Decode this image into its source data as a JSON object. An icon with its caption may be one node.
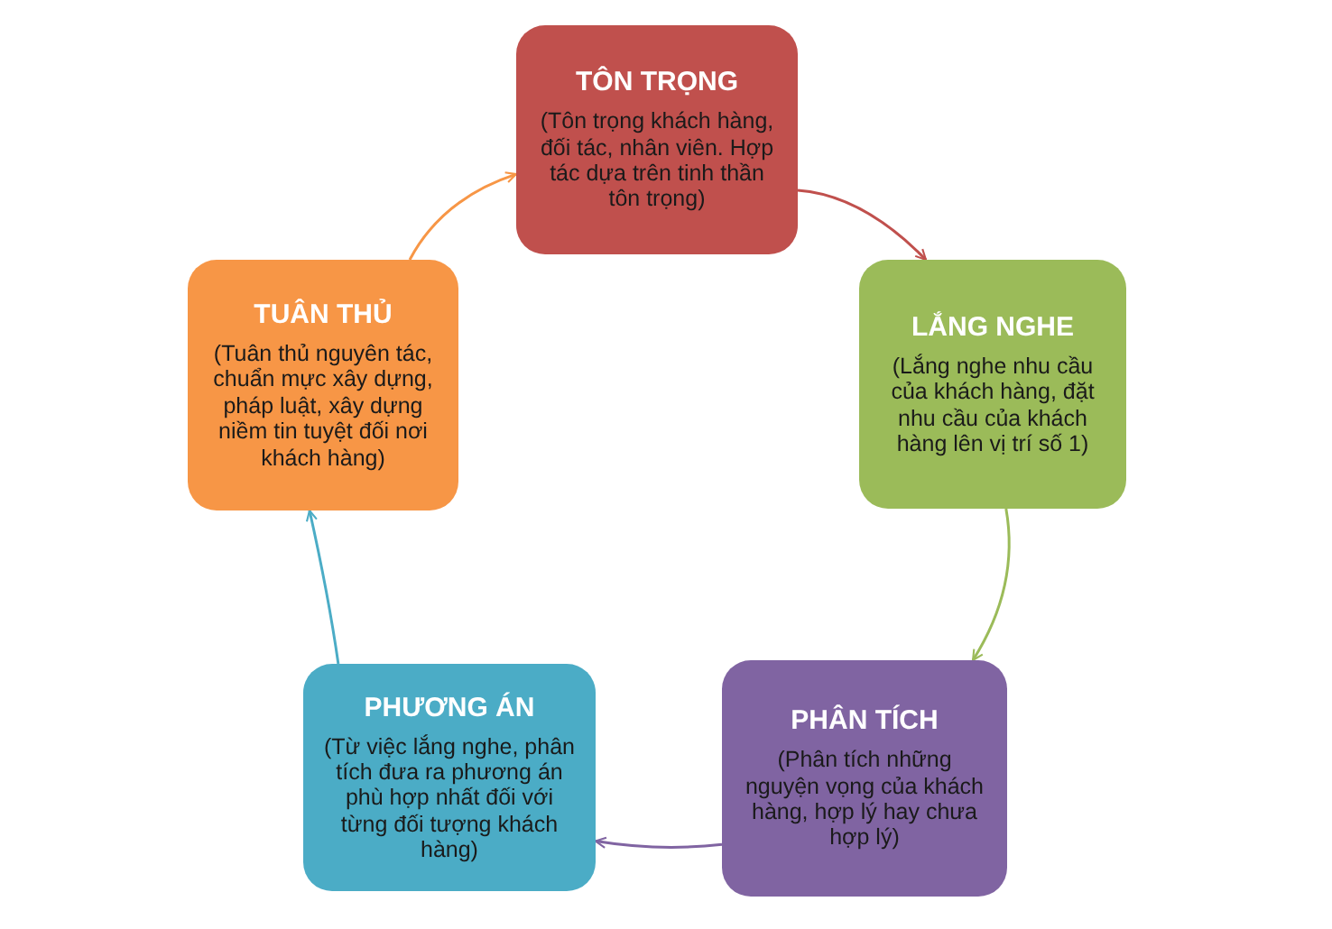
{
  "diagram": {
    "nodes": [
      {
        "text": [
          "TÔN TRỌNG",
          "(Tôn trọng khách hàng, đối tác, nhân viên. Hợp tác dựa trên tinh thần tôn trọng)"
        ]
      },
      {
        "text": [
          "LẮNG NGHE",
          "(Lắng nghe nhu cầu của khách hàng, đặt nhu cầu của khách hàng lên vị trí số 1)"
        ]
      },
      {
        "text": [
          "PHÂN TÍCH",
          "(Phân tích những nguyện vọng của khách hàng, hợp lý hay chưa hợp lý)"
        ]
      },
      {
        "text": [
          "PHƯƠNG ÁN",
          "(Từ việc lắng nghe, phân tích đưa ra phương án phù hợp nhất đối với từng đối tượng khách hàng)"
        ]
      },
      {
        "text": [
          "TUÂN THỦ",
          "(Tuân thủ nguyên tác, chuẩn mực xây dựng, pháp luật, xây dựng niềm tin tuyệt đối nơi khách hàng)"
        ]
      }
    ],
    "edges": [
      {
        "from": 0,
        "to": 1,
        "arrow": "to",
        "color": "#c0504d"
      },
      {
        "from": 1,
        "to": 2,
        "arrow": "to",
        "color": "#9bbb59"
      },
      {
        "from": 2,
        "to": 3,
        "arrow": "to",
        "color": "#8064a2"
      },
      {
        "from": 3,
        "to": 4,
        "arrow": "to",
        "color": "#4bacc6"
      },
      {
        "from": 4,
        "to": 0,
        "arrow": "to",
        "color": "#f79646"
      }
    ]
  }
}
